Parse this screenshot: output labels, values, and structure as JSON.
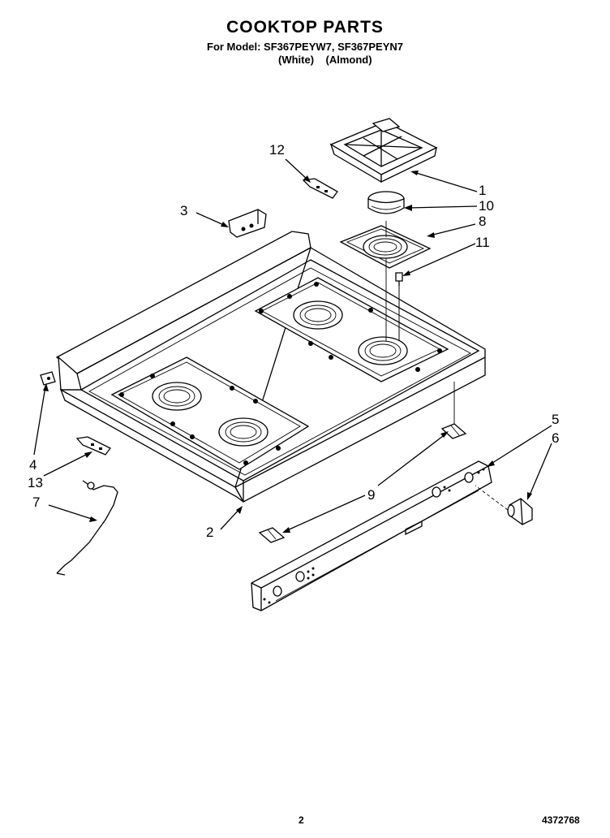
{
  "header": {
    "title": "COOKTOP PARTS",
    "model_line": "For Model: SF367PEYW7, SF367PEYN7",
    "color_line": "(White)    (Almond)"
  },
  "callouts": [
    "1",
    "10",
    "8",
    "11",
    "12",
    "3",
    "5",
    "6",
    "4",
    "13",
    "7",
    "9",
    "2"
  ],
  "footer": {
    "page_number": "2",
    "document_number": "4372768"
  }
}
